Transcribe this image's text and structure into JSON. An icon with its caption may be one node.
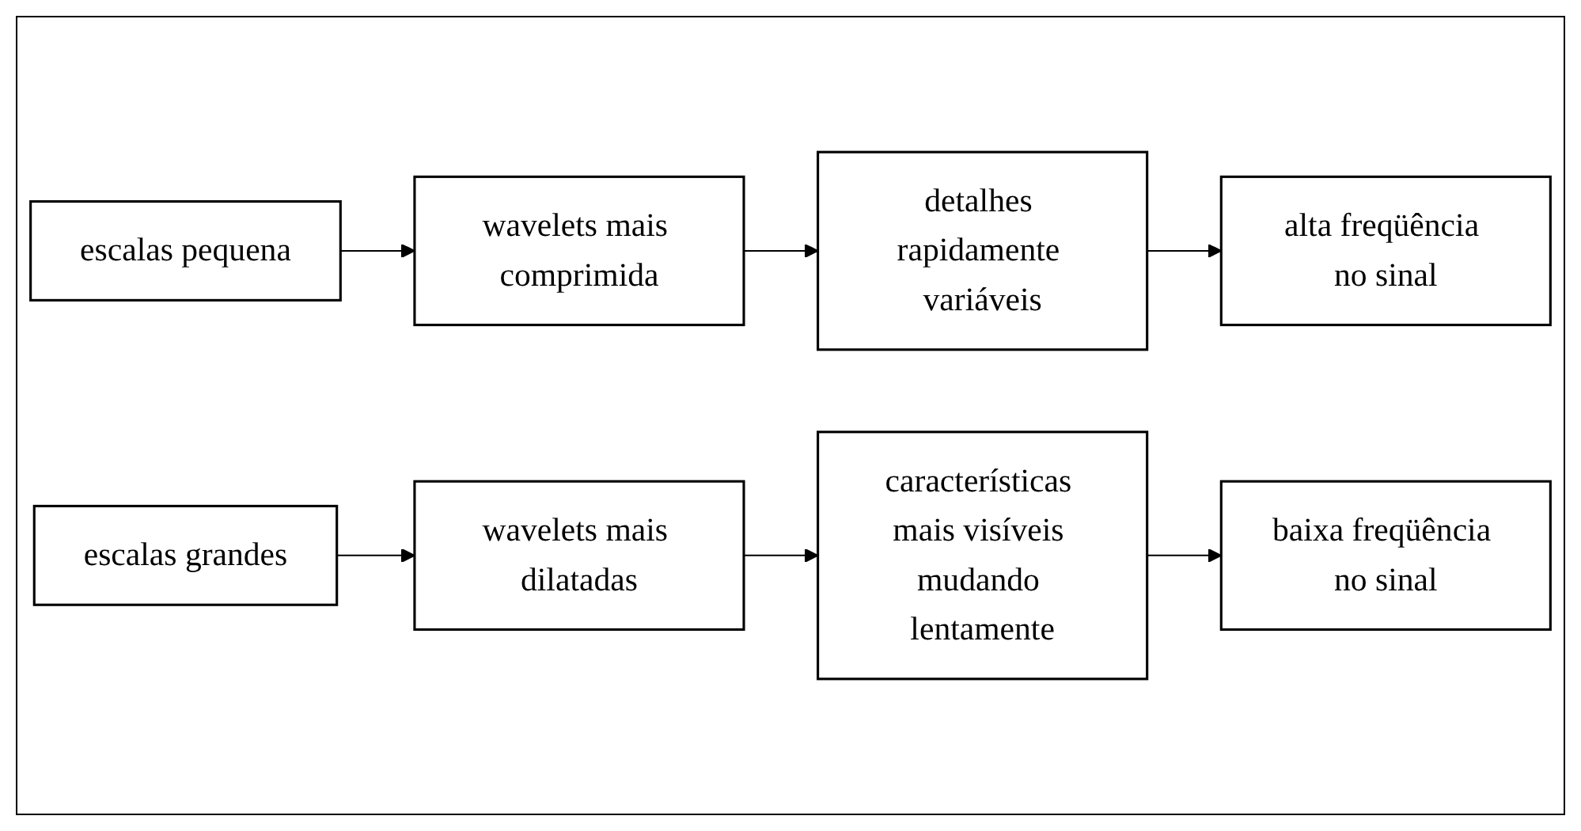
{
  "diagram": {
    "nodes": [
      {
        "text": [
          "escalas pequena"
        ]
      },
      {
        "text": [
          "wavelets mais comprimida"
        ]
      },
      {
        "text": [
          "detalhes rapidamente variáveis"
        ]
      },
      {
        "text": [
          "alta freqüência no sinal"
        ]
      },
      {
        "text": [
          "escalas grandes"
        ]
      },
      {
        "text": [
          "wavelets mais dilatadas"
        ]
      },
      {
        "text": [
          "características mais visíveis mudando lentamente"
        ]
      },
      {
        "text": [
          "baixa freqüência no sinal"
        ]
      }
    ],
    "edges": [
      {
        "from": 0,
        "to": 1,
        "arrow": "to"
      },
      {
        "from": 1,
        "to": 2,
        "arrow": "to"
      },
      {
        "from": 2,
        "to": 3,
        "arrow": "to"
      },
      {
        "from": 4,
        "to": 5,
        "arrow": "to"
      },
      {
        "from": 5,
        "to": 6,
        "arrow": "to"
      },
      {
        "from": 6,
        "to": 7,
        "arrow": "to"
      }
    ]
  }
}
